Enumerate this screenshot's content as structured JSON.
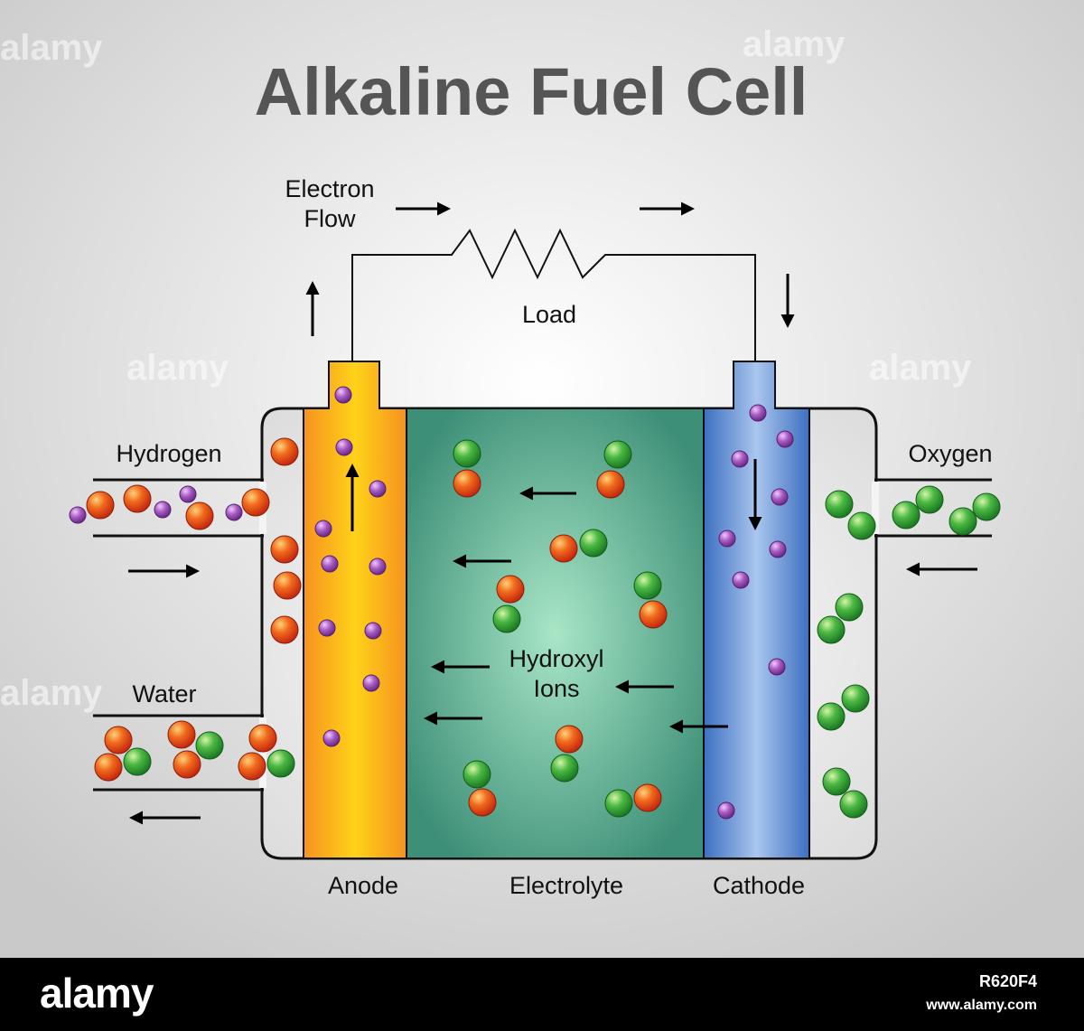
{
  "title": "Alkaline Fuel Cell",
  "labels": {
    "electron_flow_line1": "Electron",
    "electron_flow_line2": "Flow",
    "load": "Load",
    "hydrogen": "Hydrogen",
    "oxygen": "Oxygen",
    "water": "Water",
    "hydroxyl_line1": "Hydroxyl",
    "hydroxyl_line2": "Ions",
    "anode": "Anode",
    "electrolyte": "Electrolyte",
    "cathode": "Cathode"
  },
  "watermark": "alamy",
  "footer": {
    "brand": "alamy",
    "image_id": "R620F4",
    "site": "www.alamy.com"
  },
  "colors": {
    "anode": "#f7a31c",
    "electrolyte": "#3f9e82",
    "cathode": "#4a7cc9",
    "hydrogen_atom": "#e8451c",
    "oxygen_atom": "#2f9d2f",
    "electron": "#9b4fb0"
  }
}
